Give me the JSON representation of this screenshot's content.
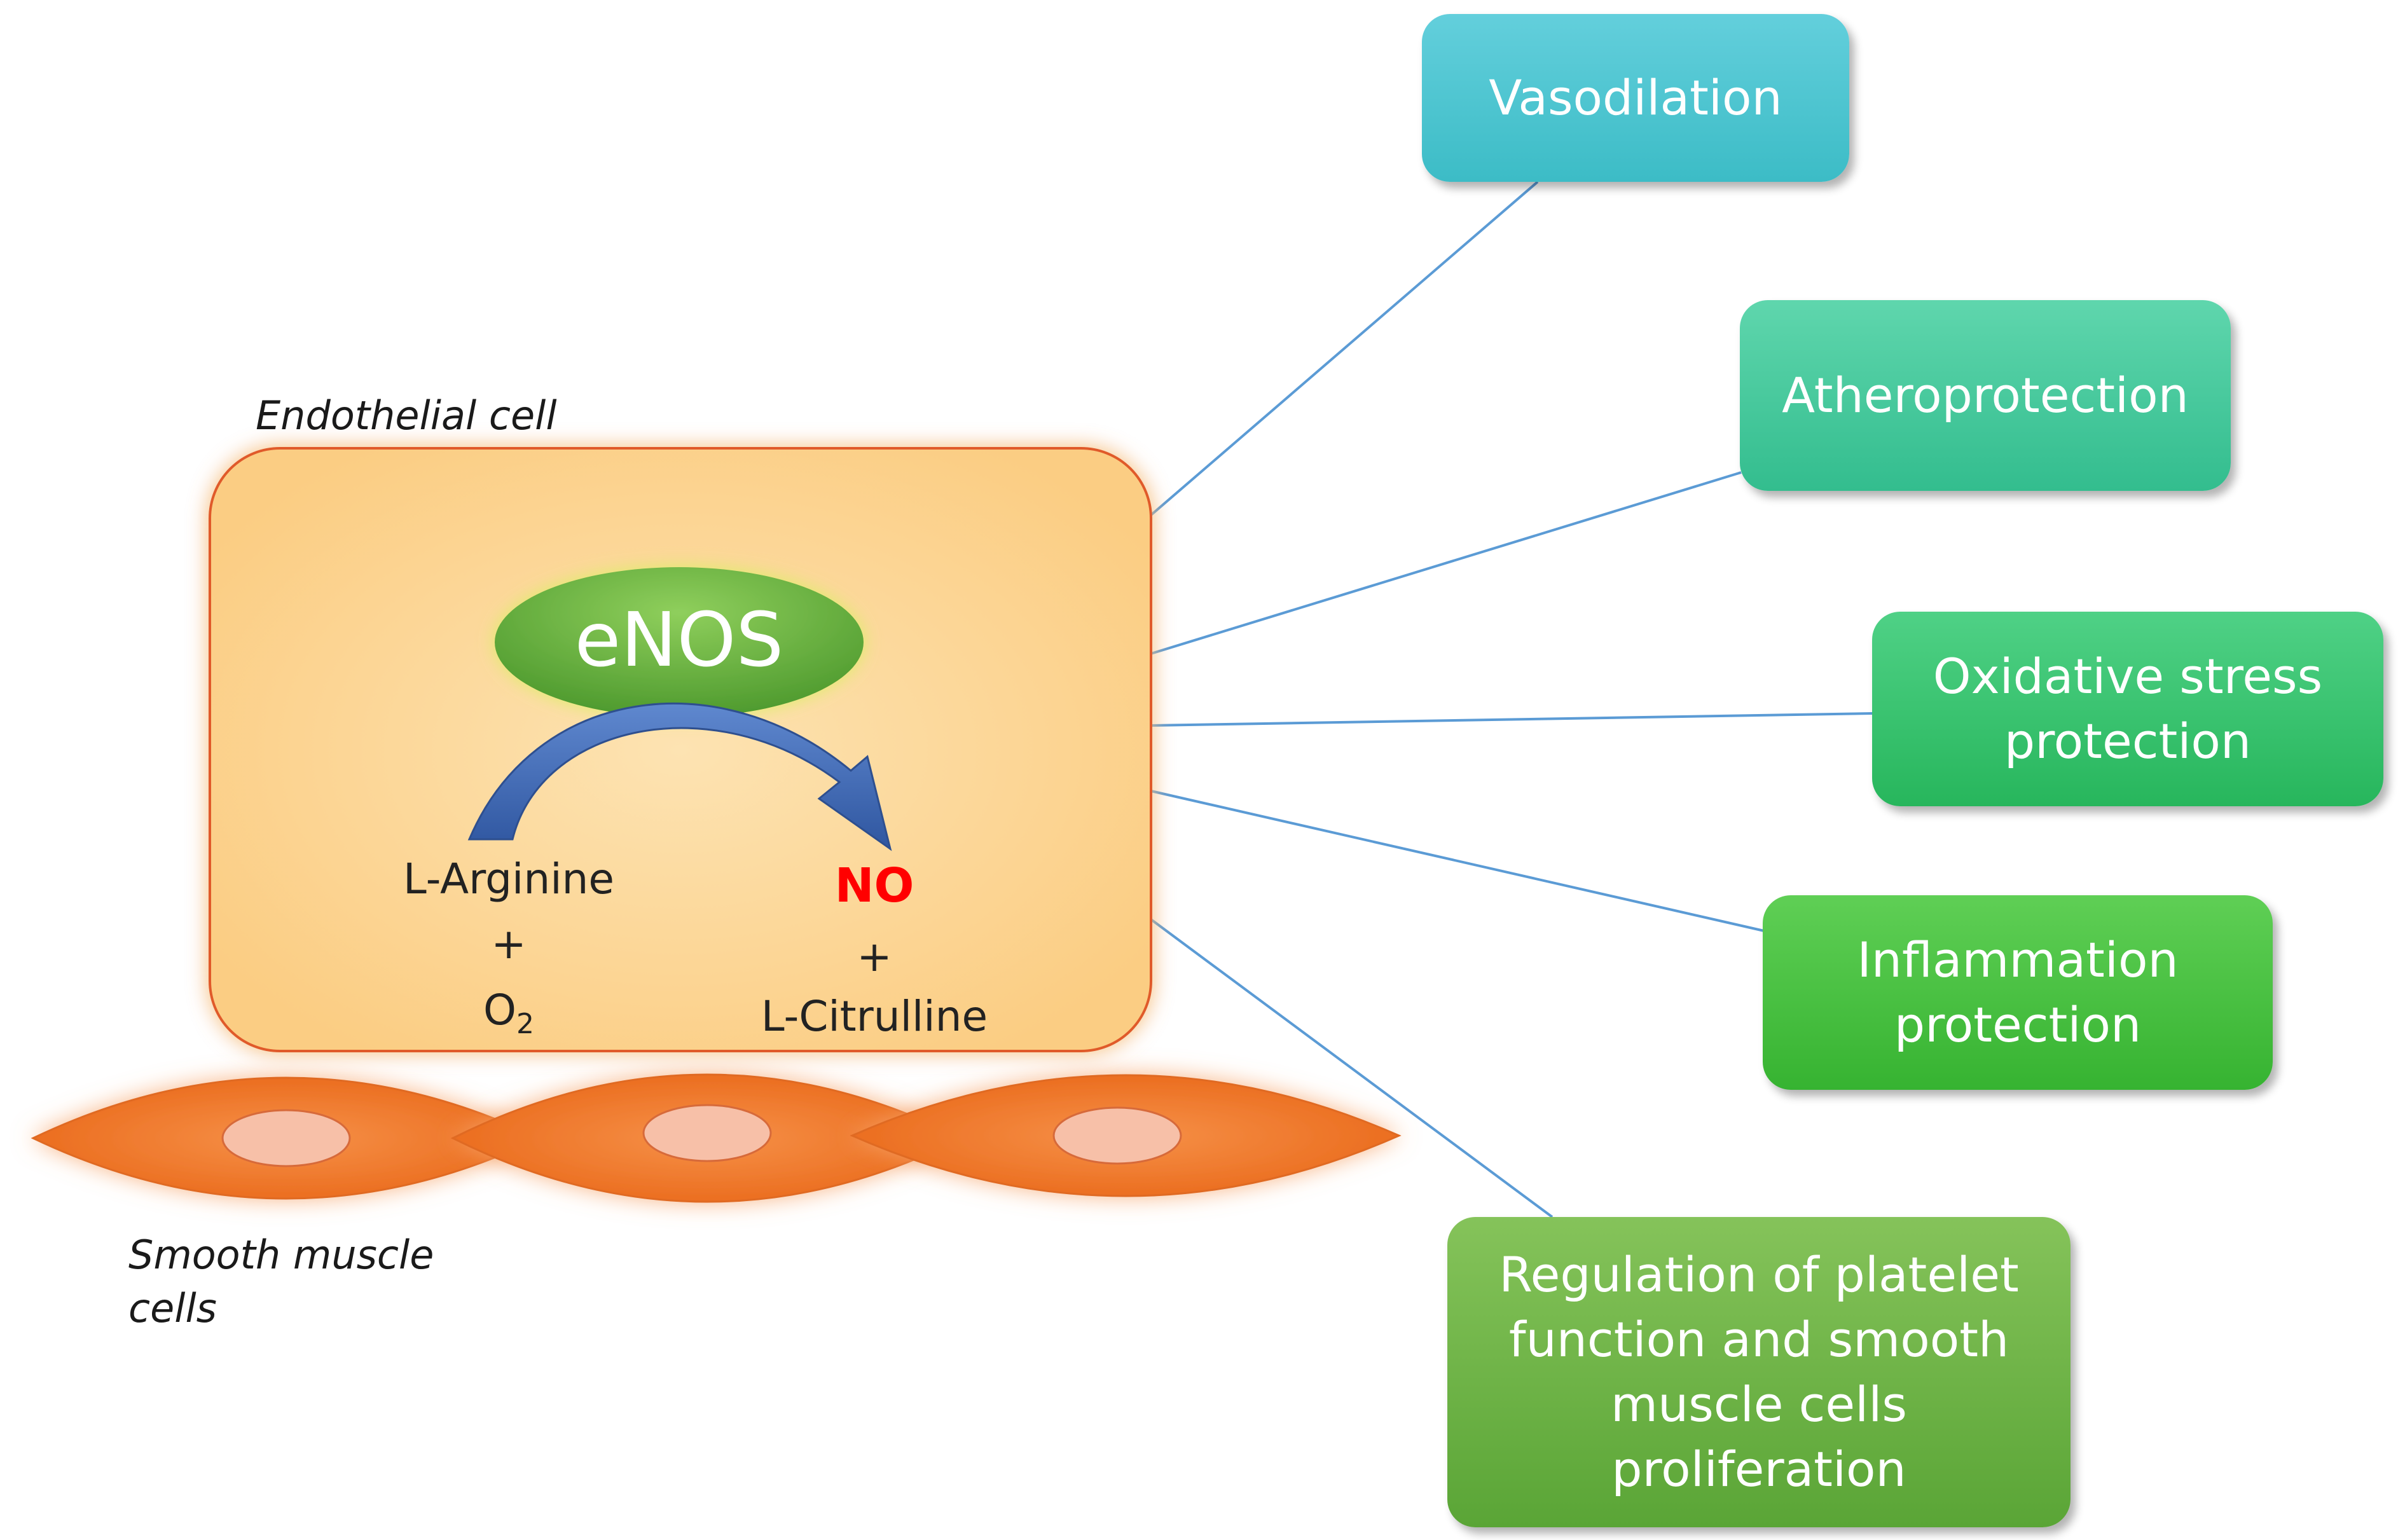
{
  "labels": {
    "endothelial_cell": "Endothelial cell",
    "smooth_muscle_cells": "Smooth muscle\ncells",
    "enzyme": "eNOS"
  },
  "reaction": {
    "substrate_1": "L-Arginine",
    "plus_left": "+",
    "substrate_2_base": "O",
    "substrate_2_sub": "2",
    "product_1": "NO",
    "plus_right": "+",
    "product_2": "L-Citrulline"
  },
  "outcomes": [
    {
      "label": "Vasodilation",
      "color_top": "#63cfdc",
      "color_bottom": "#3cbcc6"
    },
    {
      "label": "Atheroprotection",
      "color_top": "#5fd6ad",
      "color_bottom": "#33bd8e"
    },
    {
      "label": "Oxidative stress\nprotection",
      "color_top": "#4fd186",
      "color_bottom": "#27b65c"
    },
    {
      "label": "Inflammation\nprotection",
      "color_top": "#5fcf55",
      "color_bottom": "#36b331"
    },
    {
      "label": "Regulation of platelet\nfunction and smooth\nmuscle cells\nproliferation",
      "color_top": "#85c35a",
      "color_bottom": "#5aa536"
    }
  ],
  "colors": {
    "endothelial_fill": "#fcd490",
    "endothelial_border": "#e05a2b",
    "enos_green": "#5aa835",
    "arrow_blue": "#3a63a8",
    "muscle_orange": "#f07a2a",
    "nucleus_pink": "#f7c0a8",
    "connector_blue": "#5b9bd5",
    "no_red": "#ff0000"
  }
}
